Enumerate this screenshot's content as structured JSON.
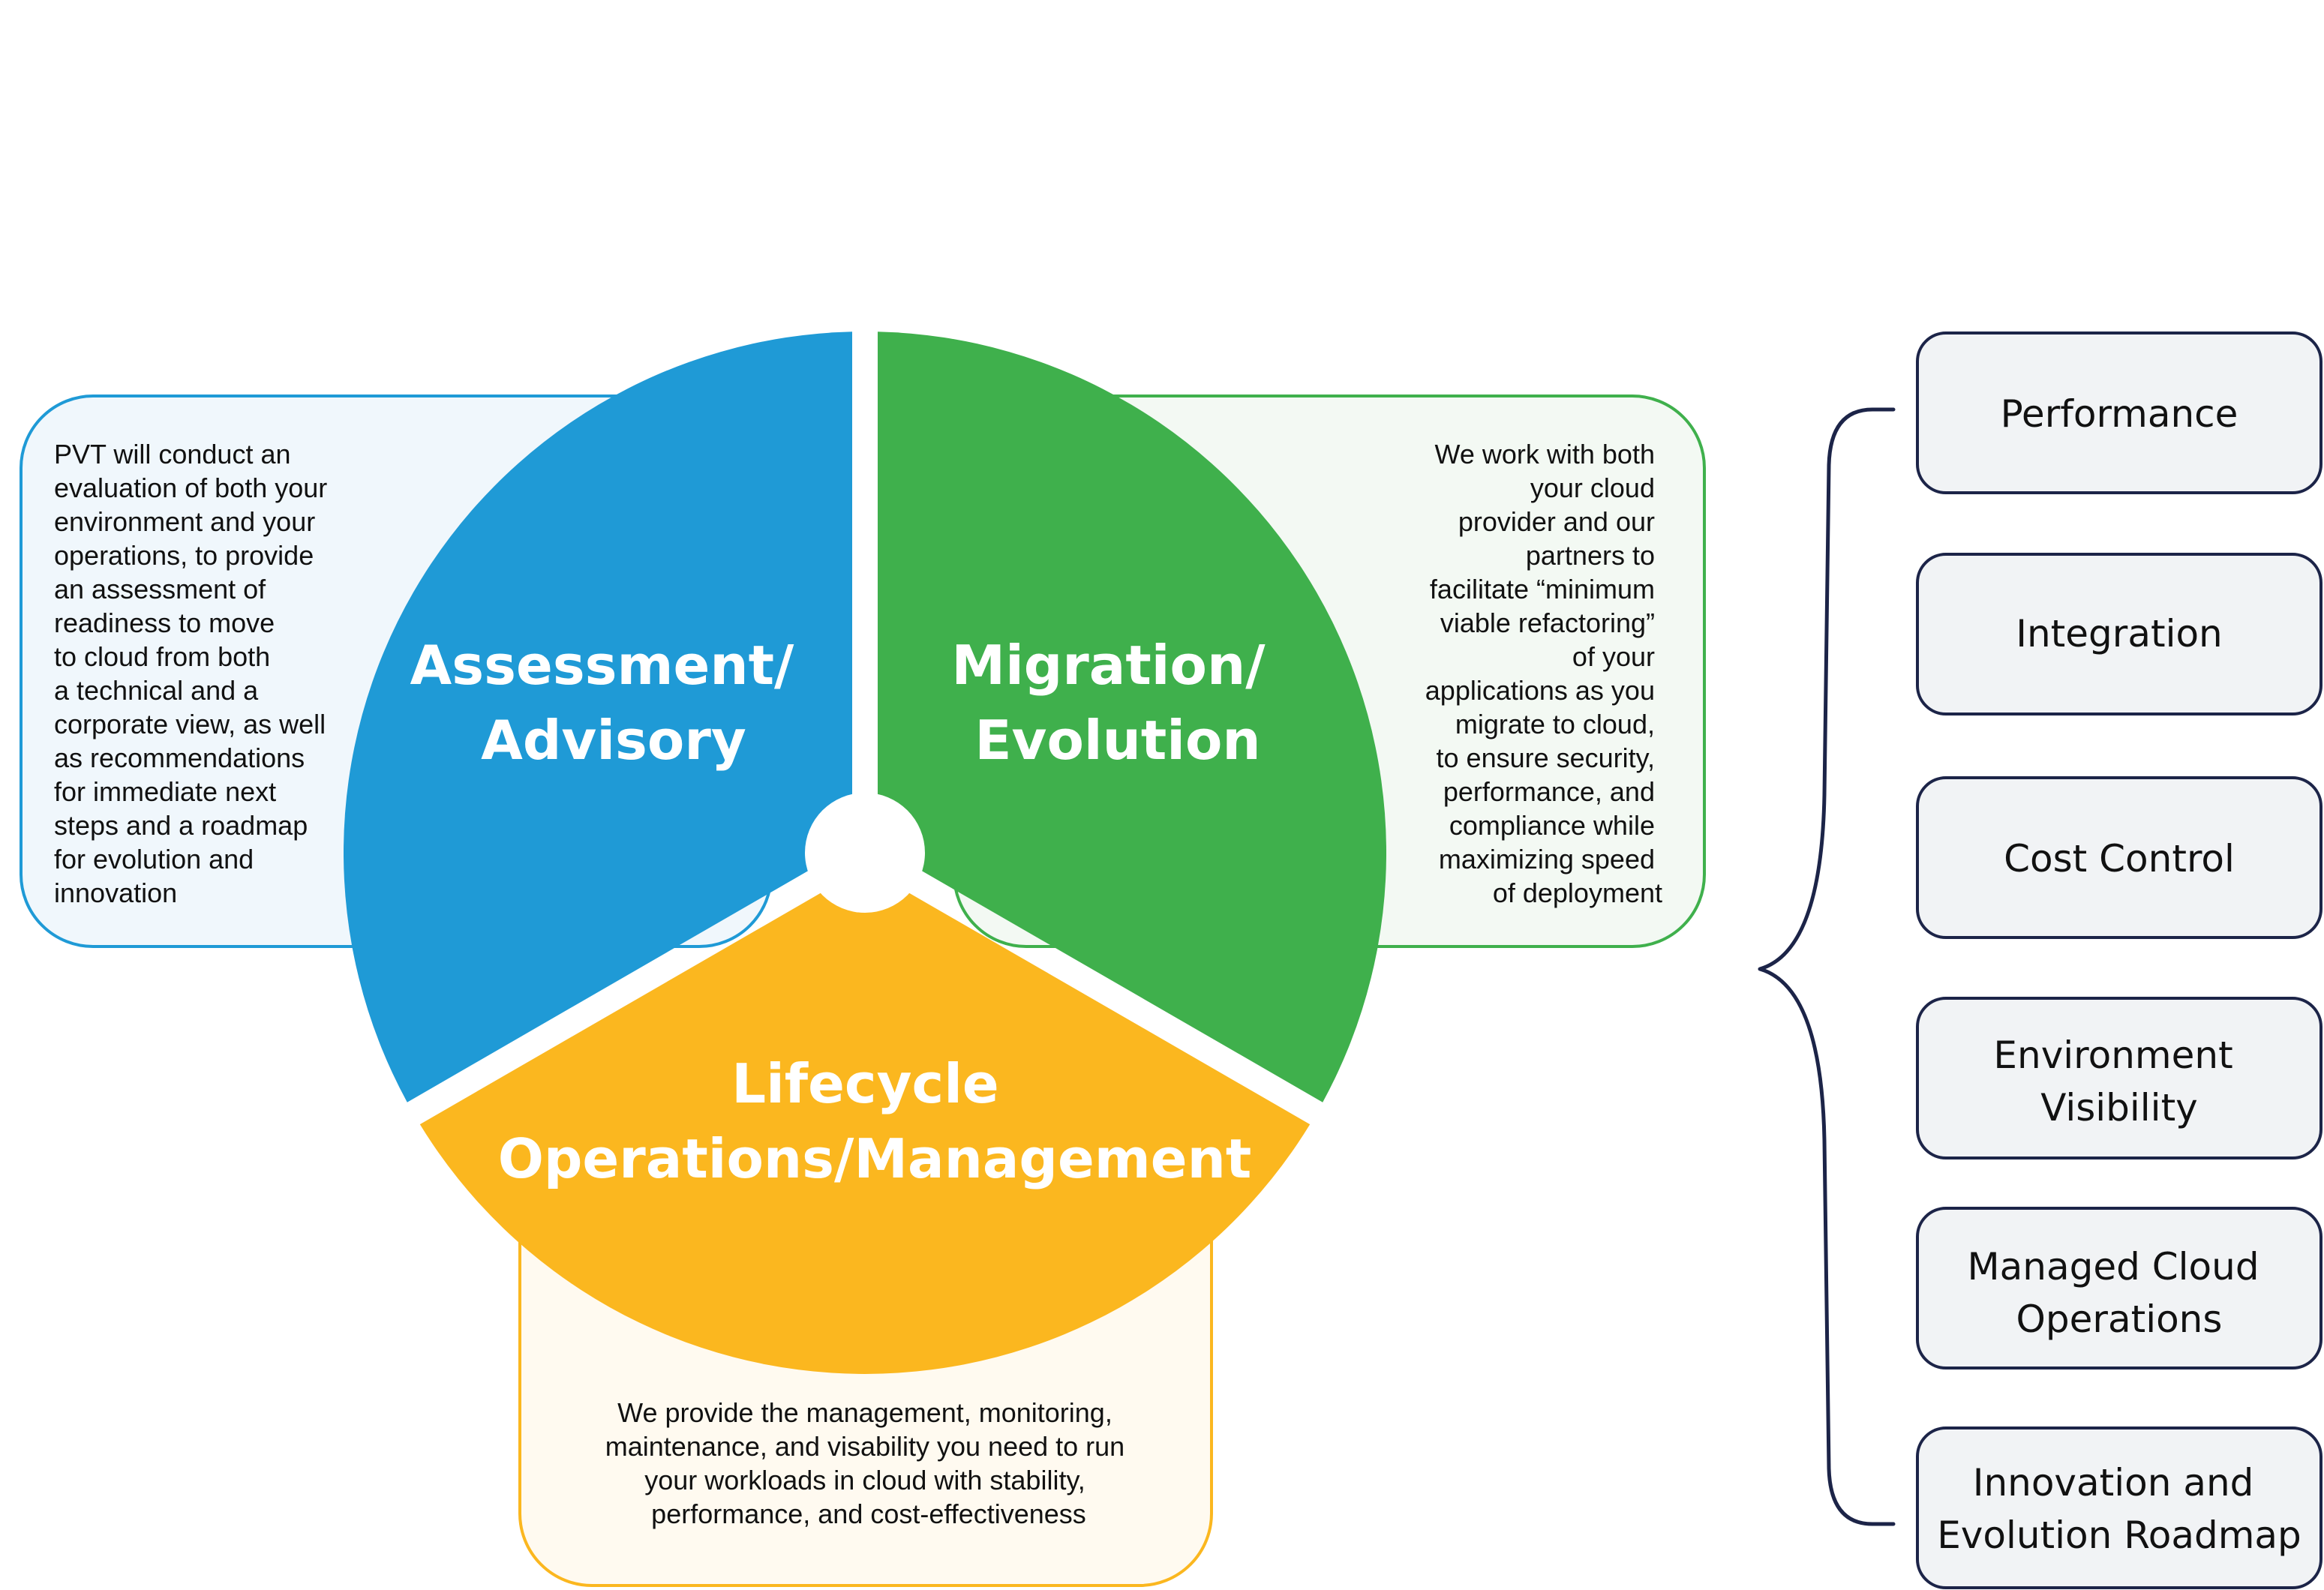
{
  "colors": {
    "assessment": "#1f9ad6",
    "migration": "#3fb04c",
    "lifecycle": "#fbb71f",
    "box_stroke": "#1c2448",
    "box_fill": "#f1f3f5",
    "brace": "#1c2448"
  },
  "segments": {
    "assessment": {
      "title": [
        "Assessment/",
        "Advisory"
      ],
      "description": [
        "PVT will conduct an",
        "evaluation of both your",
        "environment and your",
        "operations, to provide",
        "an assessment of",
        "readiness to move",
        "to cloud from both",
        "a technical and a",
        "corporate view, as well",
        "as recommendations",
        "for immediate next",
        "steps and a roadmap",
        "for evolution and",
        "innovation"
      ]
    },
    "migration": {
      "title": [
        "Migration/",
        "Evolution"
      ],
      "description": [
        "We work with both",
        "your cloud",
        "provider and our",
        "partners to",
        "facilitate “minimum",
        "viable refactoring”",
        "of your",
        "applications as you",
        "migrate to cloud,",
        "to ensure security,",
        "performance, and",
        "compliance while",
        "maximizing speed",
        "of deployment"
      ]
    },
    "lifecycle": {
      "title": [
        "Lifecycle",
        "Operations/Management"
      ],
      "description": [
        "We provide the management, monitoring,",
        "maintenance, and visability you need to run",
        "your workloads in cloud with stability,",
        "performance, and cost-effectiveness"
      ]
    }
  },
  "benefits": [
    {
      "lines": [
        "Performance"
      ]
    },
    {
      "lines": [
        "Integration"
      ]
    },
    {
      "lines": [
        "Cost Control"
      ]
    },
    {
      "lines": [
        "Environment",
        "Visibility"
      ]
    },
    {
      "lines": [
        "Managed Cloud",
        "Operations"
      ]
    },
    {
      "lines": [
        "Innovation and",
        "Evolution Roadmap"
      ]
    }
  ]
}
